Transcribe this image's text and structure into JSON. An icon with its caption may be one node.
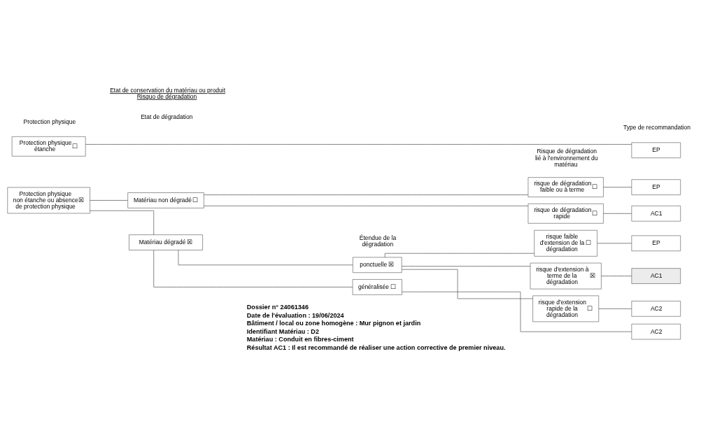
{
  "diagram": {
    "nodes": [
      {
        "text": [
          "Protection physique étanche",
          "☐"
        ]
      },
      {
        "text": [
          "Protection physique non étanche ou absence de protection physique",
          "☒"
        ]
      },
      {
        "text": [
          "Matériau non dégradé",
          "☐"
        ]
      },
      {
        "text": [
          "Matériau dégradé",
          "☒"
        ]
      },
      {
        "text": [
          "ponctuelle",
          "☒"
        ]
      },
      {
        "text": [
          "généralisée",
          "☐"
        ]
      },
      {
        "text": [
          "risque de dégradation faible ou à terme",
          "☐"
        ]
      },
      {
        "text": [
          "risque de dégradation rapide",
          "☐"
        ]
      },
      {
        "text": [
          "risque faible d'extension de la dégradation",
          "☐"
        ]
      },
      {
        "text": [
          "risque d'extension à terme de la dégradation",
          "☒"
        ]
      },
      {
        "text": [
          "risque d'extension rapide de la dégradation",
          "☐"
        ]
      },
      {
        "text": [
          "EP"
        ]
      },
      {
        "text": [
          "EP"
        ]
      },
      {
        "text": [
          "AC1"
        ]
      },
      {
        "text": [
          "EP"
        ]
      },
      {
        "text": [
          "AC1"
        ]
      },
      {
        "text": [
          "AC2"
        ]
      },
      {
        "text": [
          "AC2"
        ]
      }
    ],
    "edges": [
      {
        "from": 0,
        "to": 11,
        "arrow": "none"
      },
      {
        "from": 1,
        "to": 2,
        "arrow": "none"
      },
      {
        "from": 1,
        "to": 3,
        "arrow": "none"
      },
      {
        "from": 2,
        "to": 6,
        "arrow": "none"
      },
      {
        "from": 2,
        "to": 7,
        "arrow": "none"
      },
      {
        "from": 6,
        "to": 12,
        "arrow": "none"
      },
      {
        "from": 7,
        "to": 13,
        "arrow": "none"
      },
      {
        "from": 3,
        "to": 4,
        "arrow": "none"
      },
      {
        "from": 3,
        "to": 5,
        "arrow": "none"
      },
      {
        "from": 4,
        "to": 8,
        "arrow": "none"
      },
      {
        "from": 4,
        "to": 9,
        "arrow": "none"
      },
      {
        "from": 4,
        "to": 10,
        "arrow": "none"
      },
      {
        "from": 8,
        "to": 14,
        "arrow": "none"
      },
      {
        "from": 9,
        "to": 15,
        "arrow": "none"
      },
      {
        "from": 10,
        "to": 16,
        "arrow": "none"
      },
      {
        "from": 5,
        "to": 17,
        "arrow": "none"
      }
    ],
    "labels": [
      "Etat de conservation du matériau ou produit Risquo de dégradation",
      "Risque de dégradation lié à l'environnement du matériau",
      "Protection physique",
      "Etat de dégradation",
      "Étendue de la dégradation",
      "Type de recommandation",
      "Dossier n° 24061346",
      "Date de l'évaluation : 19/06/2024",
      "Bâtiment / local ou zone homogène : Mur pignon et jardin",
      "Identifiant Matériau : D2",
      "Matériau : Conduit en fibres-ciment",
      "Résultat AC1 : Il est recommandé de réaliser une action corrective de premier niveau."
    ]
  }
}
